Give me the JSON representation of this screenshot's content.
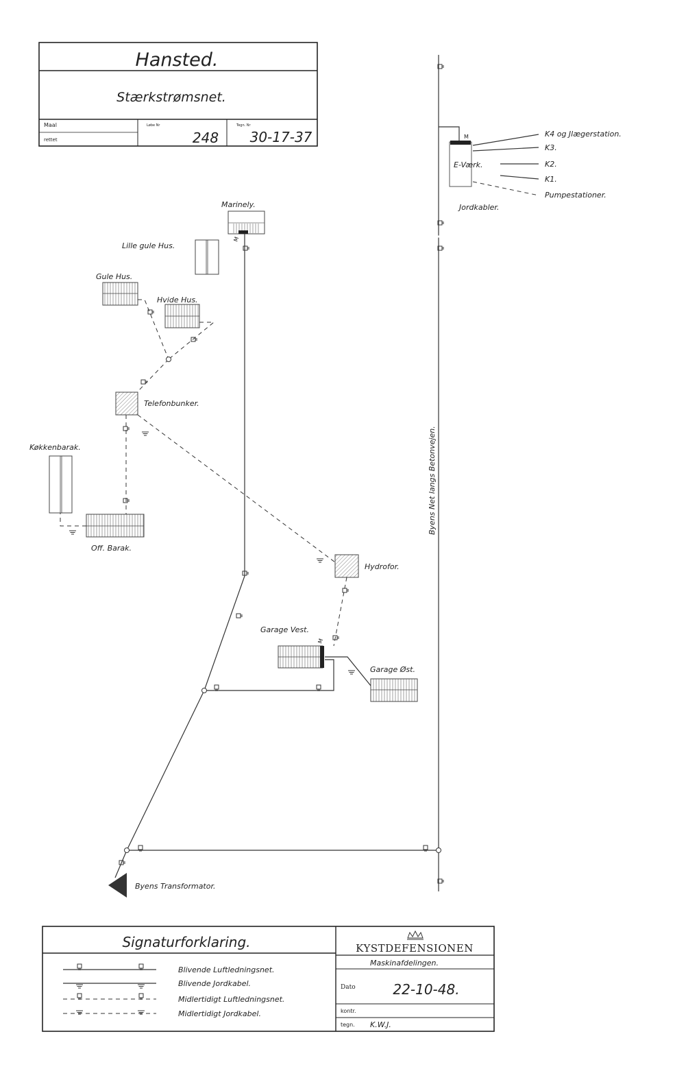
{
  "title_block": {
    "place": "Hansted.",
    "subject": "Stærkstrømsnet.",
    "maal_label": "Maal",
    "rettet_label": "rettet",
    "lobe_label": "Løbe Nr",
    "lobe_nr": "248",
    "tegn_label": "Tegn. Nr",
    "tegn_nr": "30-17-37"
  },
  "buildings": {
    "marinely": "Marinely.",
    "lille_gule_hus": "Lille gule Hus.",
    "gule_hus": "Gule Hus.",
    "hvide_hus": "Hvide Hus.",
    "telefonbunker": "Telefonbunker.",
    "kokkenbarak": "Køkkenbarak.",
    "off_barak": "Off. Barak.",
    "hydrofor": "Hydrofor.",
    "garage_vest": "Garage Vest.",
    "garage_ost": "Garage Øst.",
    "transformator": "Byens Transformator."
  },
  "evaerk": {
    "name": "E-Værk.",
    "meter": "M",
    "k4": "K4 og Jlægerstation.",
    "k3": "K3.",
    "k2": "K2.",
    "k1": "K1.",
    "pump": "Pumpestationer.",
    "jordkabler": "Jordkabler."
  },
  "meter_label": "M",
  "road_label": "Byens Net langs Betonvejen.",
  "legend": {
    "title": "Signaturforklaring.",
    "items": [
      "Blivende Luftledningsnet.",
      "Blivende Jordkabel.",
      "Midlertidigt Luftledningsnet.",
      "Midlertidigt Jordkabel."
    ]
  },
  "office": {
    "name": "KYSTDEFENSIONEN",
    "department": "Maskinafdelingen.",
    "dato_label": "Dato",
    "date": "22-10-48.",
    "kontr_label": "kontr.",
    "tegn_label": "tegn.",
    "drawn_by": "K.W.J."
  },
  "colors": {
    "ink": "#222222",
    "paper": "#ffffff"
  }
}
